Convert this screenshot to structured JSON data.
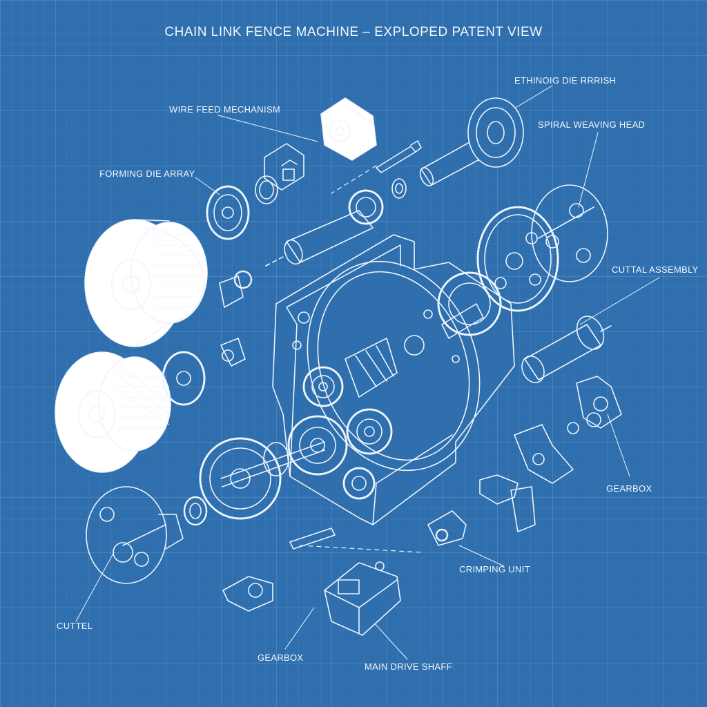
{
  "title": "CHAIN LINK FENCE MACHINE – EXPLOPED PATENT VIEW",
  "labels": {
    "etching_die": "ETHINOIG DIE RRRISH",
    "wire_feed": "WIRE FEED MECHANISM",
    "spiral_weaving": "SPIRAL WEAVING HEAD",
    "forming_die": "FORMING DIE ARRAY",
    "cuttal_assembly": "CUTTAL ASSEMBLY",
    "gearbox_right": "GEARBOX",
    "crimping_unit": "CRIMPING UNIT",
    "cuttel": "CUTTEL",
    "gearbox_bottom": "GEARBOX",
    "main_drive": "MAIN DRIVE SHAFF"
  },
  "colors": {
    "background": "#2f6fae",
    "grid_minor": "#4a86c2",
    "grid_major": "#5b94cc",
    "line": "#eef5fc",
    "fill": "#ffffff"
  }
}
